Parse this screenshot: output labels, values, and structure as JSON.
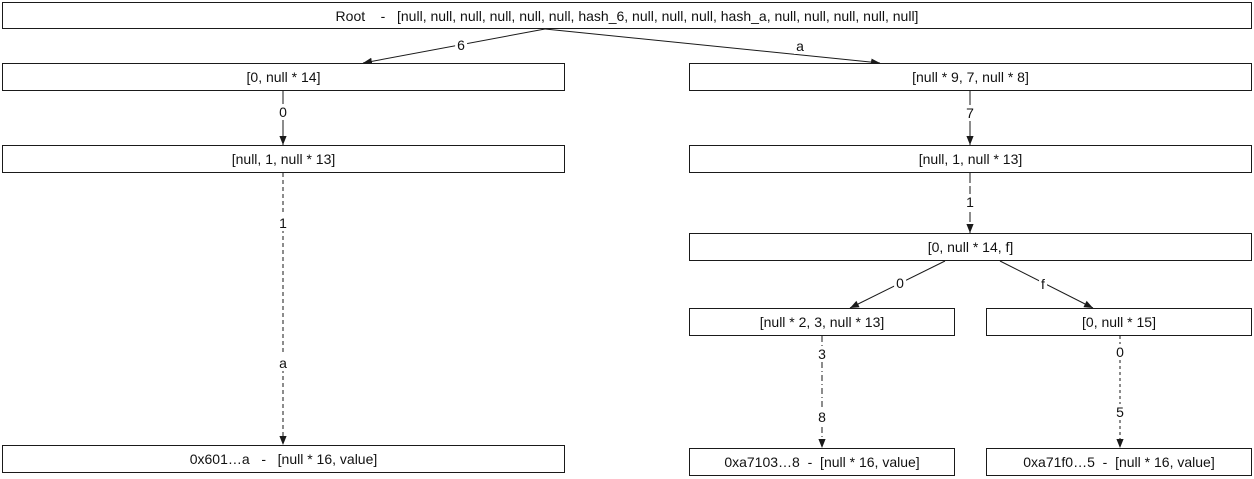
{
  "nodes": {
    "root": "Root    -   [null, null, null, null, null, null, hash_6, null, null, null, hash_a, null, null, null, null, null]",
    "left_l1": "[0, null * 14]",
    "left_l2": "[null, 1, null * 13]",
    "left_leaf": "0x601…a   -   [null * 16, value]",
    "right_l1": "[null * 9, 7, null * 8]",
    "right_l2": "[null, 1, null * 13]",
    "right_l3": "[0, null * 14, f]",
    "right_l4a": "[null * 2, 3, null * 13]",
    "right_l4b": "[0, null * 15]",
    "right_leaf_a": "0xa7103…8  -  [null * 16, value]",
    "right_leaf_b": "0xa71f0…5  -  [null * 16, value]"
  },
  "edges": {
    "root_left": "6",
    "root_right": "a",
    "left_l1_l2": "0",
    "left_l2_leaf_1": "1",
    "left_l2_leaf_2": "a",
    "right_l1_l2": "7",
    "right_l2_l3": "1",
    "right_l3_l4a": "0",
    "right_l3_l4b": "f",
    "right_l4a_leaf_1": "3",
    "right_l4a_leaf_2": "8",
    "right_l4b_leaf_1": "0",
    "right_l4b_leaf_2": "5"
  },
  "colors": {
    "stroke": "#1a1a1a",
    "background": "#ffffff",
    "text": "#111111"
  }
}
